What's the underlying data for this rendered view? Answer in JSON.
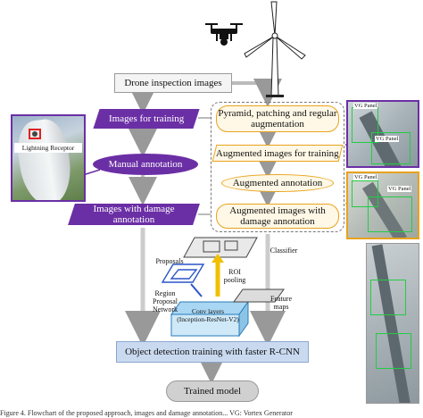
{
  "top": {
    "drone_images": "Drone inspection images"
  },
  "left": {
    "images_for_training": "Images for training",
    "manual_annotation": "Manual annotation",
    "images_with_damage": "Images with damage annotation",
    "lightning_receptor": "Lightning Receptor"
  },
  "augmentation": {
    "pyramid": "Pyramid, patching and regular augmentation",
    "augmented_images": "Augmented images for training",
    "augmented_annotation": "Augmented annotation",
    "augmented_damage": "Augmented images with damage annotation"
  },
  "network": {
    "proposals": "Proposals",
    "classifier": "Classifier",
    "roi_pooling": "ROI pooling",
    "rpn": "Region Proposal Network",
    "feature_maps": "Feature maps",
    "conv_layers": "Conv layers (Inception-ResNet-V2)"
  },
  "bottom": {
    "object_detection": "Object detection training with faster R-CNN",
    "trained_model": "Trained model"
  },
  "panels": {
    "vg_panel_1a": "VG Panel",
    "vg_panel_1b": "VG Panel",
    "vg_panel_2a": "VG Panel",
    "vg_panel_2b": "VG Panel"
  },
  "caption": "Figure 4. Flowchart of the proposed approach, images and damage annotation... VG: Vortex Generator"
}
